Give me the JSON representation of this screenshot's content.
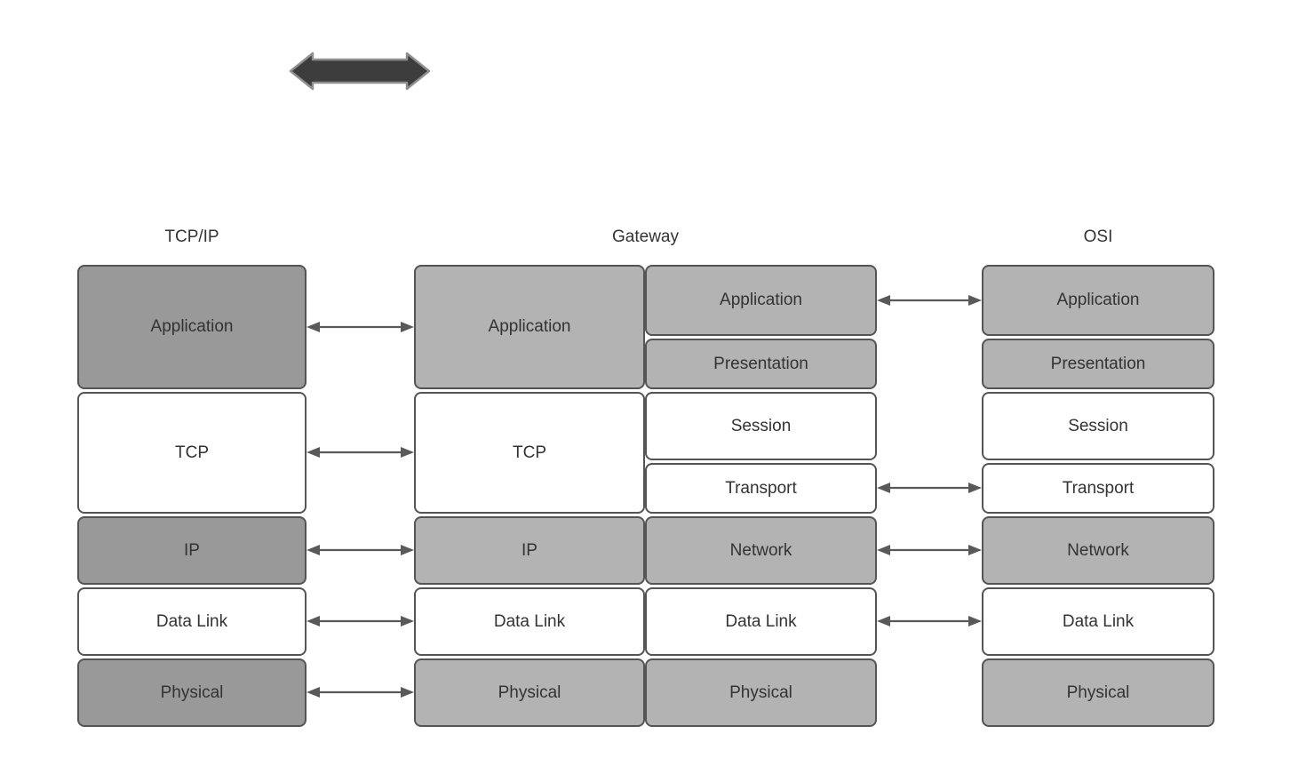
{
  "diagram": {
    "top_symbol": {
      "icon": "double-headed-arrow",
      "fill": "#3d3d3d",
      "stroke": "#8f8f8f"
    },
    "colors": {
      "dark_gray_fill": "#999999",
      "light_gray_fill": "#b3b3b3",
      "white_fill": "#ffffff",
      "box_border": "#545454",
      "connector_arrow": "#595959",
      "text": "#333333",
      "background": "#ffffff"
    },
    "columns": {
      "tcpip": {
        "title": "TCP/IP",
        "layers": [
          {
            "label": "Application",
            "shade": "dark"
          },
          {
            "label": "TCP",
            "shade": "white"
          },
          {
            "label": "IP",
            "shade": "dark"
          },
          {
            "label": "Data Link",
            "shade": "white"
          },
          {
            "label": "Physical",
            "shade": "dark"
          }
        ]
      },
      "gateway": {
        "title": "Gateway",
        "tcpip_stack": [
          {
            "label": "Application",
            "shade": "light"
          },
          {
            "label": "TCP",
            "shade": "white"
          },
          {
            "label": "IP",
            "shade": "light"
          },
          {
            "label": "Data Link",
            "shade": "white"
          },
          {
            "label": "Physical",
            "shade": "light"
          }
        ],
        "osi_stack": [
          {
            "label": "Application",
            "shade": "light"
          },
          {
            "label": "Presentation",
            "shade": "light"
          },
          {
            "label": "Session",
            "shade": "white"
          },
          {
            "label": "Transport",
            "shade": "white"
          },
          {
            "label": "Network",
            "shade": "light"
          },
          {
            "label": "Data Link",
            "shade": "white"
          },
          {
            "label": "Physical",
            "shade": "light"
          }
        ]
      },
      "osi": {
        "title": "OSI",
        "layers": [
          {
            "label": "Application",
            "shade": "light"
          },
          {
            "label": "Presentation",
            "shade": "light"
          },
          {
            "label": "Session",
            "shade": "white"
          },
          {
            "label": "Transport",
            "shade": "white"
          },
          {
            "label": "Network",
            "shade": "light"
          },
          {
            "label": "Data Link",
            "shade": "white"
          },
          {
            "label": "Physical",
            "shade": "light"
          }
        ]
      }
    },
    "connections": {
      "tcpip_to_gateway": [
        "Application",
        "TCP",
        "IP",
        "Data Link",
        "Physical"
      ],
      "gateway_to_osi": [
        "Application",
        "Transport",
        "Network",
        "Data Link"
      ]
    }
  }
}
